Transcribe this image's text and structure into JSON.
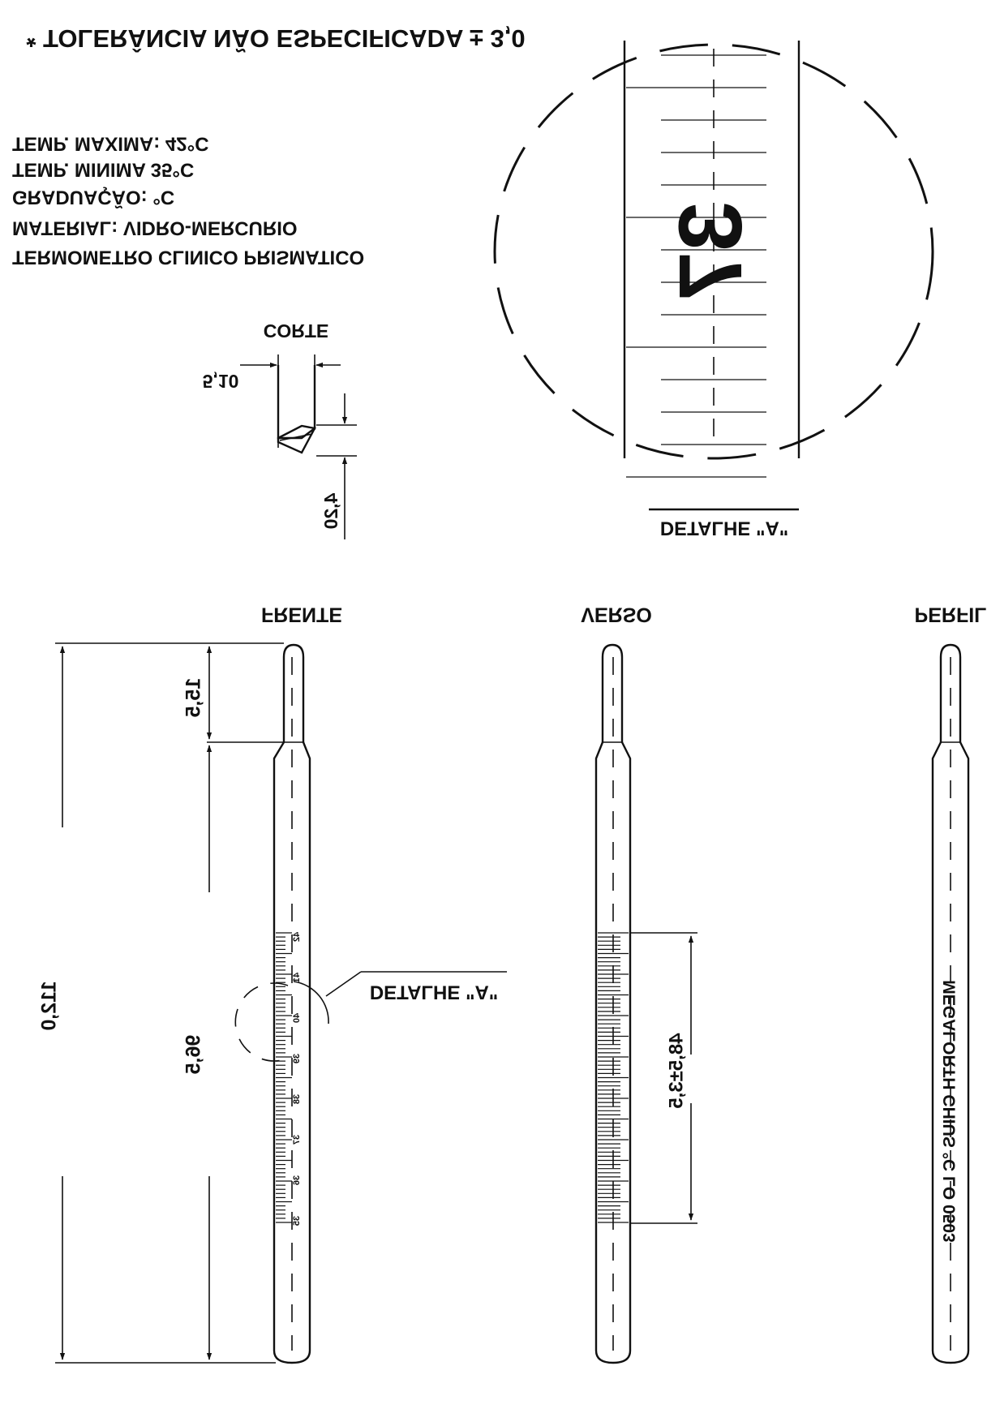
{
  "header": {
    "tolerance_note": "* TOLERÂNCIA NÃO ESPECIFICADA ± 3,0"
  },
  "specs": {
    "temp_max": "TEMP. MAXIMA: 42°C",
    "temp_min": "TEMP. MINIMA 35°C",
    "graduation": "GRADUAÇÃO: °C",
    "material": "MATERIAL: VIDRO-MERCURIO",
    "product": "TERMOMETRO CLINICO PRISMATICO"
  },
  "corte": {
    "title": "CORTE",
    "width_dim": "5,10",
    "height_dim": "4,20"
  },
  "detail_a": {
    "digits": "37",
    "caption": "DETALHE \"A\"",
    "callout": "DETALHE \"A\""
  },
  "views": {
    "front": {
      "title": "FRENTE",
      "total_length": "112,0",
      "top_length": "15,5",
      "body_length": "96,5",
      "scale_numbers": [
        "35",
        "36",
        "37",
        "38",
        "39",
        "40",
        "41",
        "42"
      ]
    },
    "back": {
      "title": "VERSO",
      "scale_length": "48,5±3,5"
    },
    "profile": {
      "title": "PERFIL",
      "inscription": "MEGALORTH CHIUS °C LO 0503"
    }
  }
}
